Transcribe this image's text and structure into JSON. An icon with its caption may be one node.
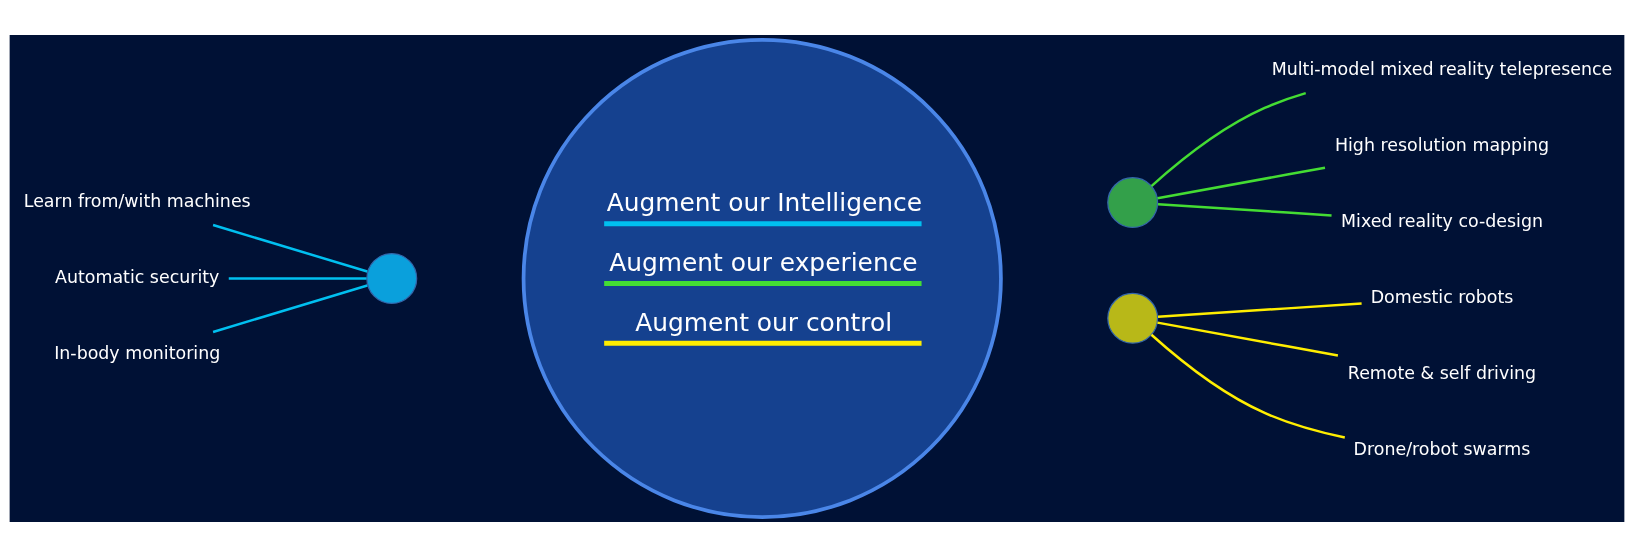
{
  "diagram": {
    "nodes": [
      {
        "text": [
          "Augment our Intelligence",
          "Augment our experience",
          "Augment our control"
        ]
      },
      {
        "text": [],
        "shape": "circle"
      },
      {
        "text": [],
        "shape": "circle"
      },
      {
        "text": [],
        "shape": "circle"
      },
      {
        "text": [
          "Learn from/with machines"
        ]
      },
      {
        "text": [
          "Automatic security"
        ]
      },
      {
        "text": [
          "In-body monitoring"
        ]
      },
      {
        "text": [
          "Multi-model mixed reality telepresence"
        ]
      },
      {
        "text": [
          "High resolution mapping"
        ]
      },
      {
        "text": [
          "Mixed reality co-design"
        ]
      },
      {
        "text": [
          "Domestic robots"
        ]
      },
      {
        "text": [
          "Remote & self driving"
        ]
      },
      {
        "text": [
          "Drone/robot swarms"
        ]
      }
    ],
    "edges": [
      {
        "from": 4,
        "to": 1,
        "arrow": "none",
        "color": "#00c0f0"
      },
      {
        "from": 5,
        "to": 1,
        "arrow": "none",
        "color": "#00c0f0"
      },
      {
        "from": 6,
        "to": 1,
        "arrow": "none",
        "color": "#00c0f0"
      },
      {
        "from": 7,
        "to": 2,
        "arrow": "none",
        "color": "#44dd33"
      },
      {
        "from": 8,
        "to": 2,
        "arrow": "none",
        "color": "#44dd33"
      },
      {
        "from": 9,
        "to": 2,
        "arrow": "none",
        "color": "#44dd33"
      },
      {
        "from": 10,
        "to": 3,
        "arrow": "none",
        "color": "#ffee00"
      },
      {
        "from": 11,
        "to": 3,
        "arrow": "none",
        "color": "#ffee00"
      },
      {
        "from": 12,
        "to": 3,
        "arrow": "none",
        "color": "#ffee00"
      }
    ]
  }
}
